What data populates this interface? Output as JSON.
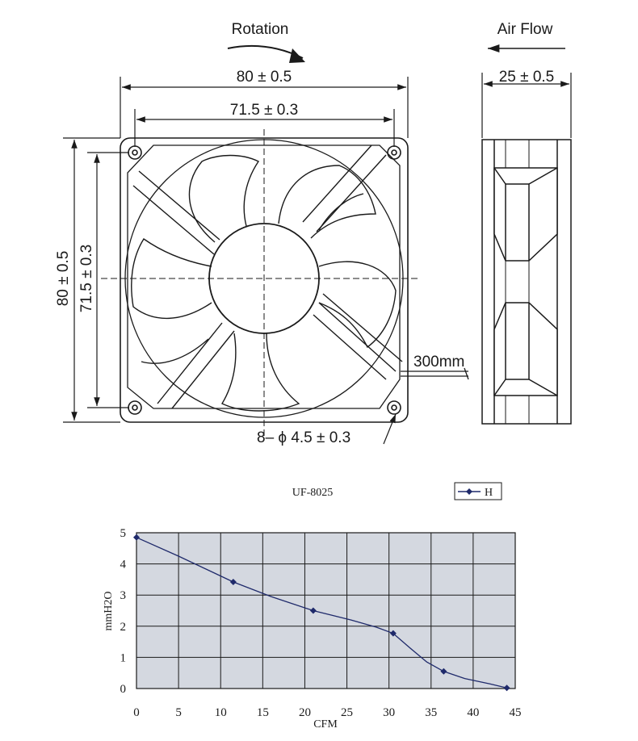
{
  "drawing": {
    "rotation_label": "Rotation",
    "airflow_label": "Air Flow",
    "width_outer": "80 ± 0.5",
    "width_inner": "71.5 ± 0.3",
    "height_outer": "80 ± 0.5",
    "height_inner": "71.5 ± 0.3",
    "depth": "25 ± 0.5",
    "cable_length": "300mm",
    "hole_spec": "8– ϕ 4.5 ± 0.3"
  },
  "chart_data": {
    "type": "line",
    "title": "UF-8025",
    "xlabel": "CFM",
    "ylabel": "mmH2O",
    "xlim": [
      0,
      45
    ],
    "ylim": [
      0,
      5
    ],
    "x_ticks": [
      "0",
      "5",
      "10",
      "15",
      "20",
      "25",
      "30",
      "35",
      "40",
      "45"
    ],
    "y_ticks": [
      "0",
      "1",
      "2",
      "3",
      "4",
      "5"
    ],
    "grid": true,
    "legend": "top-right",
    "plot_bg": "#d4d8e0",
    "series": [
      {
        "name": "H",
        "color": "#1f2a6b",
        "markers": [
          {
            "x": 0,
            "y": 4.85
          },
          {
            "x": 11.5,
            "y": 3.42
          },
          {
            "x": 21,
            "y": 2.5
          },
          {
            "x": 30.5,
            "y": 1.77
          },
          {
            "x": 36.5,
            "y": 0.55
          },
          {
            "x": 44,
            "y": 0.02
          }
        ],
        "curve": [
          {
            "x": 0,
            "y": 4.85
          },
          {
            "x": 5,
            "y": 4.25
          },
          {
            "x": 11.5,
            "y": 3.42
          },
          {
            "x": 16,
            "y": 2.95
          },
          {
            "x": 21,
            "y": 2.5
          },
          {
            "x": 25.5,
            "y": 2.2
          },
          {
            "x": 28.5,
            "y": 1.97
          },
          {
            "x": 30.5,
            "y": 1.77
          },
          {
            "x": 32.5,
            "y": 1.3
          },
          {
            "x": 34.5,
            "y": 0.85
          },
          {
            "x": 36.5,
            "y": 0.55
          },
          {
            "x": 39,
            "y": 0.32
          },
          {
            "x": 42,
            "y": 0.15
          },
          {
            "x": 44,
            "y": 0.02
          }
        ]
      }
    ]
  }
}
